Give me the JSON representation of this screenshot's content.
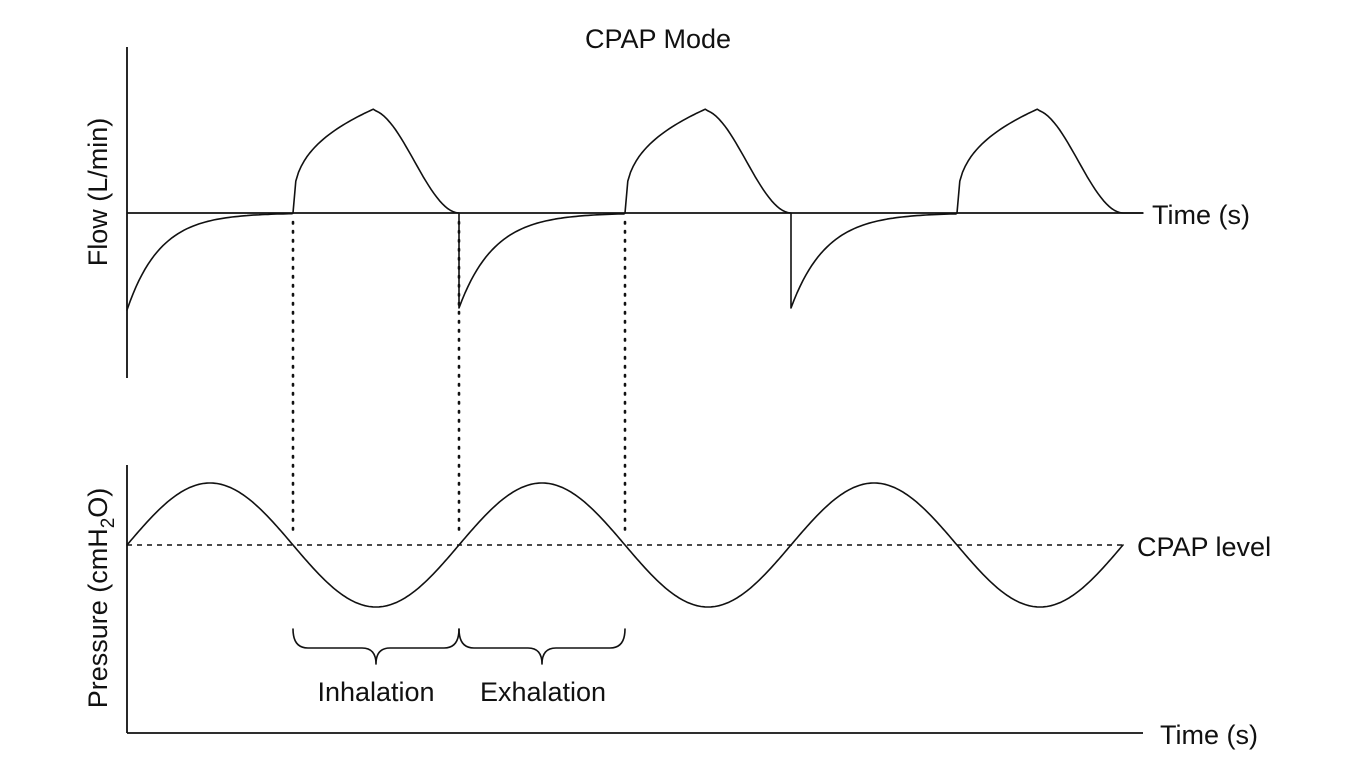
{
  "title": "CPAP Mode",
  "flow_panel": {
    "y_label": "Flow (L/min)",
    "x_label": "Time (s)"
  },
  "pressure_panel": {
    "y_label_main": "Pressure (cmH",
    "y_label_sub": "2",
    "y_label_tail": "O)",
    "x_label": "Time (s)",
    "reference_label": "CPAP level"
  },
  "phases": {
    "inhalation": "Inhalation",
    "exhalation": "Exhalation"
  },
  "colors": {
    "line": "#111111",
    "background": "#ffffff"
  }
}
